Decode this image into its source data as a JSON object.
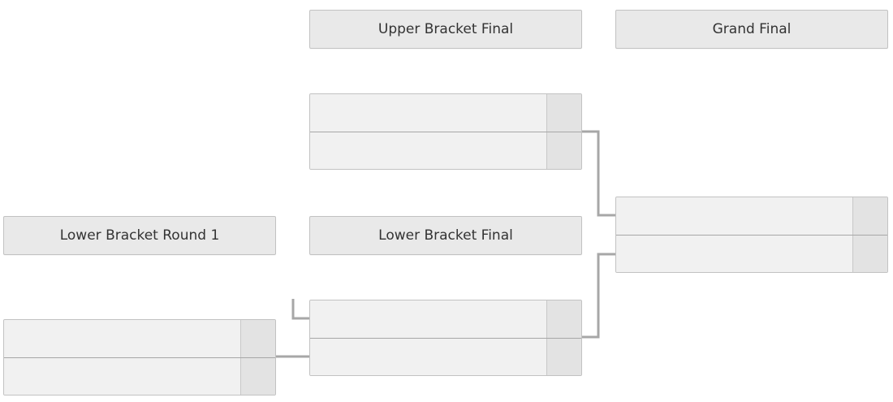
{
  "rounds": {
    "upper_final": "Upper Bracket Final",
    "grand_final": "Grand Final",
    "lower_round1": "Lower Bracket Round 1",
    "lower_final": "Lower Bracket Final"
  },
  "matches": {
    "upper_final": {
      "team1": "",
      "score1": "",
      "team2": "",
      "score2": ""
    },
    "grand_final": {
      "team1": "",
      "score1": "",
      "team2": "",
      "score2": ""
    },
    "lower_final": {
      "team1": "",
      "score1": "",
      "team2": "",
      "score2": ""
    },
    "lower_round1": {
      "team1": "",
      "score1": "",
      "team2": "",
      "score2": ""
    }
  },
  "colors": {
    "header_bg": "#e9e9e9",
    "slot_bg": "#f1f1f1",
    "score_bg": "#e3e3e3",
    "connector": "#a7a7a7"
  }
}
